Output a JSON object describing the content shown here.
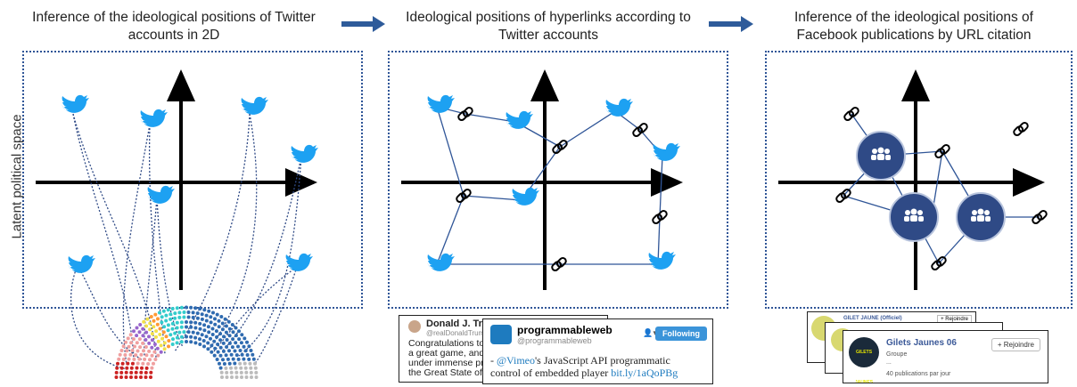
{
  "titles": {
    "left": "Inference of the ideological positions of Twitter accounts in 2D",
    "middle": "Ideological positions of hyperlinks according to Twitter accounts",
    "right": "Inference of the ideological positions of Facebook publications by URL citation"
  },
  "side_label": "Latent political space",
  "tweet_small": {
    "name": "Donald J. Trump",
    "handle": "@realDonaldTrump",
    "lines": [
      "Congratulations to",
      "a great game, and",
      "under immense pre",
      "the Great State of"
    ]
  },
  "tweet_large": {
    "name": "programmableweb",
    "handle": "@programmableweb",
    "follow_label": "Following",
    "mention": "@Vimeo",
    "text1": "'s JavaScript API programmatic",
    "text2": "control of embedded player ",
    "link": "bit.ly/1aQoPBg"
  },
  "fb_back": {
    "name": "GILET JAUNE (Officiel)",
    "join_label": "+ Rejoindre"
  },
  "fb_front": {
    "name": "Gilets Jaunes 06",
    "type": "Groupe",
    "dots": "...",
    "rate": "40 publications par jour",
    "join_label": "+ Rejoindre",
    "logo_text": "GILETS JAUNES"
  },
  "colors": {
    "twitter": "#1da1f2",
    "facebook": "#2f4a86",
    "line": "#2f5597",
    "arrow": "#2e5b9a"
  }
}
